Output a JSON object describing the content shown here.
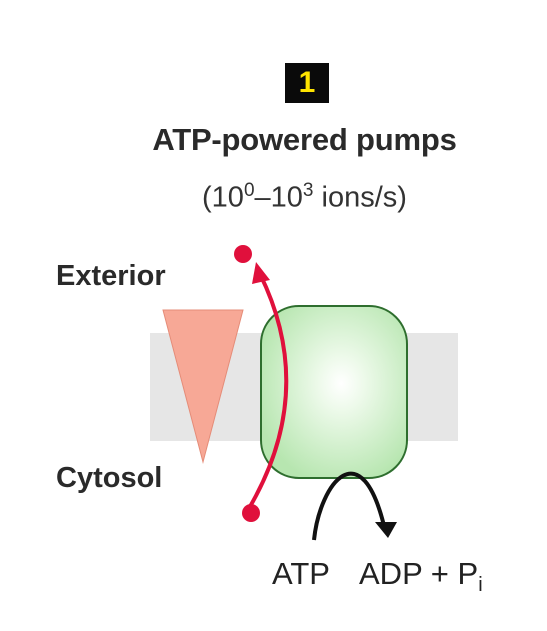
{
  "badge": {
    "number": "1"
  },
  "title": "ATP-powered pumps",
  "rate": {
    "prefix": "(10",
    "exp_low": "0",
    "dash": "–10",
    "exp_high": "3",
    "suffix": " ions/s)"
  },
  "labels": {
    "exterior": "Exterior",
    "cytosol": "Cytosol"
  },
  "reaction": {
    "atp": "ATP",
    "adp": "ADP + P",
    "pi_sub": "i"
  },
  "colors": {
    "badge_bg": "#0a0a0a",
    "badge_text": "#ffe400",
    "membrane": "#e6e6e6",
    "gradient_triangle": "#f7a896",
    "pump_fill": "#b7e6b0",
    "pump_stroke": "#2e6e2e",
    "ion_path": "#e0103c",
    "arrow": "#111111"
  },
  "icons": {
    "pump": "pump-protein-icon",
    "ion": "ion-dot-icon",
    "gradient": "concentration-gradient-icon"
  }
}
